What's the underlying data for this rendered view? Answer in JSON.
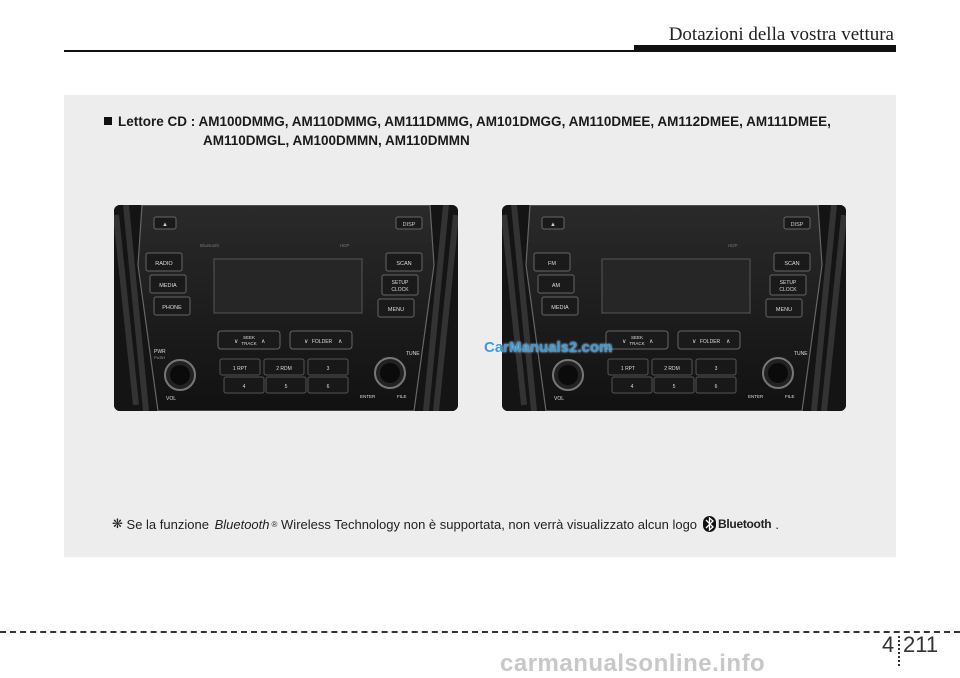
{
  "header": {
    "title": "Dotazioni della vostra vettura"
  },
  "cd_section": {
    "label": "Lettore CD :",
    "models_line1": "AM100DMMG, AM110DMMG, AM111DMMG, AM101DMGG, AM110DMEE, AM112DMEE, AM111DMEE,",
    "models_line2": "AM110DMGL, AM100DMMN, AM110DMMN"
  },
  "unit_left": {
    "eject": "▲",
    "disp": "DISP",
    "bluetooth": "Bluetooth",
    "hd": "HDP",
    "left_buttons": [
      "RADIO",
      "MEDIA",
      "PHONE"
    ],
    "right_buttons": [
      "SCAN",
      "SETUP",
      "CLOCK",
      "MENU"
    ],
    "seek_top": "SEEK",
    "seek_bottom": "TRACK",
    "folder": "FOLDER",
    "presets": [
      "1 RPT",
      "2 RDM",
      "3",
      "4",
      "5",
      "6"
    ],
    "pwr": "PWR",
    "push": "PUSH",
    "vol": "VOL",
    "tune": "TUNE",
    "enter": "ENTER",
    "file": "FILE"
  },
  "unit_right": {
    "eject": "▲",
    "disp": "DISP",
    "hd": "HDP",
    "left_buttons": [
      "FM",
      "AM",
      "MEDIA"
    ],
    "right_buttons": [
      "SCAN",
      "SETUP",
      "CLOCK",
      "MENU"
    ],
    "seek_top": "SEEK",
    "seek_bottom": "TRACK",
    "folder": "FOLDER",
    "presets": [
      "1 RPT",
      "2 RDM",
      "3",
      "4",
      "5",
      "6"
    ],
    "vol": "VOL",
    "tune": "TUNE",
    "enter": "ENTER",
    "file": "FILE"
  },
  "watermark_overlay": "CarManuals2.com",
  "note": {
    "symbol": "❋",
    "text_before": "Se la funzione",
    "bluetooth_word": "Bluetooth",
    "registered": "®",
    "text_after": "Wireless Technology non è supportata, non verrà visualizzato alcun logo",
    "logo_word": "Bluetooth",
    "end": "."
  },
  "footer": {
    "chapter": "4",
    "page": "211",
    "site": "carmanualsonline.info"
  },
  "colors": {
    "panel_bg": "#ededed",
    "unit_bg": "#0d0d0d",
    "watermark": "#3a9bd8"
  }
}
